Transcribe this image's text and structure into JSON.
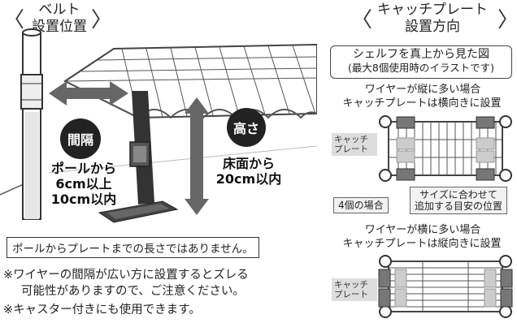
{
  "left": {
    "title_line1": "ベルト",
    "title_line2": "設置位置",
    "gap_label": "間隔",
    "gap_text_line1": "ポールから",
    "gap_text_line2": "6cm以上",
    "gap_text_line3": "10cm以内",
    "height_label": "高さ",
    "height_text_line1": "床面から",
    "height_text_line2": "20cm以内",
    "boxed_note": "ポールからプレートまでの長さではありません。",
    "note1_line1": "※ワイヤーの間隔が広い方に設置するとズレる",
    "note1_line2": "可能性がありますので、ご注意ください。",
    "note2": "※キャスター付きにも使用できます。"
  },
  "right": {
    "title_line1": "キャッチプレート",
    "title_line2": "設置方向",
    "info_line1": "シェルフを真上から見た図",
    "info_line2": "(最大8個使用時のイラストです)",
    "case1_line1": "ワイヤーが縦に多い場合",
    "case1_line2": "キャッチプレートは横向きに設置",
    "case2_line1": "ワイヤーが横に多い場合",
    "case2_line2": "キャッチプレートは縦向きに設置",
    "plate_tag": "キャッチプレート",
    "plate_tag2": "キャッチプレート",
    "four_case": "4個の場合",
    "size_note_line1": "サイズに合わせて",
    "size_note_line2": "追加する目安の位置"
  }
}
